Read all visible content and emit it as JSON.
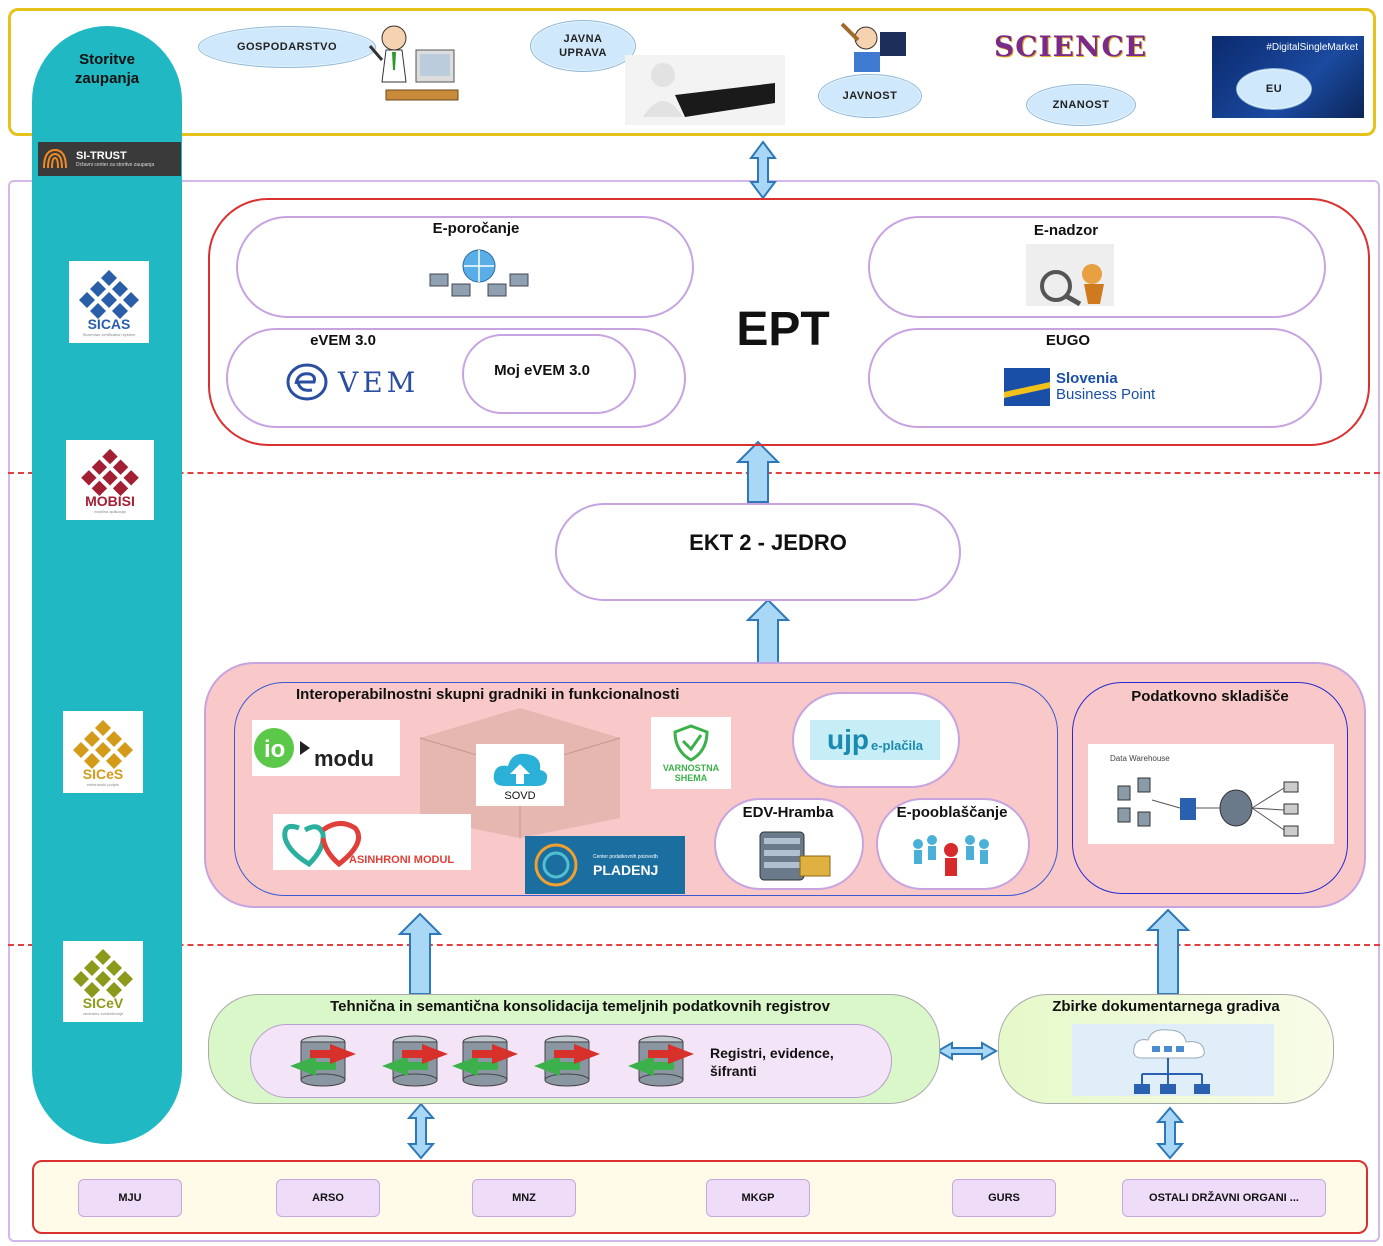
{
  "top_band": {
    "storitve_label": "Storitve zaupanja",
    "clouds": [
      "GOSPODARSTVO",
      "JAVNA UPRAVA",
      "JAVNOST",
      "ZNANOST",
      "EU"
    ],
    "science_word": "SCIENCE",
    "dsm_label": "#DigitalSingleMarket"
  },
  "sidebar": {
    "si_trust_title": "SI-TRUST",
    "si_trust_sub": "Državni center za storitve zaupanja",
    "logos": [
      {
        "name": "SICAS",
        "sub": "Slovenian certification system",
        "color": "#2b5ea8"
      },
      {
        "name": "MOBISI",
        "sub": "mobilna aplikacija",
        "color": "#a31f34"
      },
      {
        "name": "SICeS",
        "sub": "elektronski podpis",
        "color": "#d49a1a"
      },
      {
        "name": "SICeV",
        "sub": "centralno evidentiranje",
        "color": "#8c9a1b"
      }
    ]
  },
  "ept": {
    "title": "EPT",
    "e_porocanje": "E-poročanje",
    "e_nadzor": "E-nadzor",
    "evem": "eVEM 3.0",
    "evem_logo": "VEM",
    "moj_evem": "Moj eVEM 3.0",
    "eugo": "EUGO",
    "sbp_line1": "Slovenia",
    "sbp_line2": "Business Point"
  },
  "ekt": {
    "title": "EKT 2 - JEDRO"
  },
  "interop": {
    "title": "Interoperabilnostni skupni gradniki in funkcionalnosti",
    "io_modu": "modu",
    "sovd": "SOVD",
    "varnostna": "VARNOSTNA SHEMA",
    "ujp": "ujp",
    "ujp_sub": "e-plačila",
    "asinhroni": "ASINHRONI MODUL",
    "pladenj_small": "Center podatkovnih poizvedb",
    "pladenj": "PLADENJ",
    "edv": "EDV-Hramba",
    "e_pooblascanje": "E-pooblaščanje"
  },
  "warehouse": {
    "title": "Podatkovno skladišče",
    "dw_label": "Data Warehouse"
  },
  "registri": {
    "title": "Tehnična in semantična konsolidacija temeljnih podatkovnih registrov",
    "text": "Registri, evidence, šifranti"
  },
  "zbirke": {
    "title": "Zbirke dokumentarnega gradiva"
  },
  "organs": [
    "MJU",
    "ARSO",
    "MNZ",
    "MKGP",
    "GURS",
    "OSTALI DRŽAVNI ORGANI ..."
  ],
  "colors": {
    "sidebar": "#1fb8c3",
    "top_border": "#e6c21a",
    "ept_border": "#d93030",
    "interop_fill": "#f9c9c9",
    "registri_fill": "#d9f7c9",
    "arrow_fill": "#a8d8f5",
    "arrow_stroke": "#2e78b8"
  }
}
